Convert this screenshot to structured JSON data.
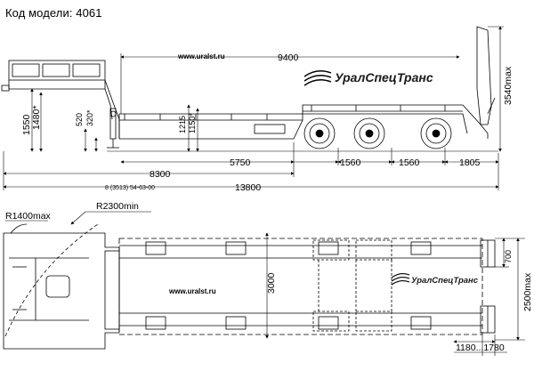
{
  "header": {
    "title": "Код модели: 4061"
  },
  "side_view": {
    "url": "www.uralst.ru",
    "brand": "УралСпецТранс",
    "dims": {
      "deck_length": "9400",
      "height_max": "3540max",
      "h1550": "1550",
      "h1480": "1480*",
      "h520": "520",
      "h320": "320*",
      "h1215": "1215",
      "h1150": "1150*",
      "d5750": "5750",
      "d8300": "8300",
      "a1": "1560",
      "a2": "1560",
      "rear": "1805",
      "total": "13800",
      "phone": "8 (3513) 54-63-00"
    }
  },
  "top_view": {
    "url": "www.uralst.ru",
    "brand": "УралСпецТранс",
    "dims": {
      "r_front": "R1400max",
      "r_swing": "R2300min",
      "width_deck": "3000",
      "width_max": "2500max",
      "w700": "700",
      "ramp": "1180...1780"
    }
  }
}
